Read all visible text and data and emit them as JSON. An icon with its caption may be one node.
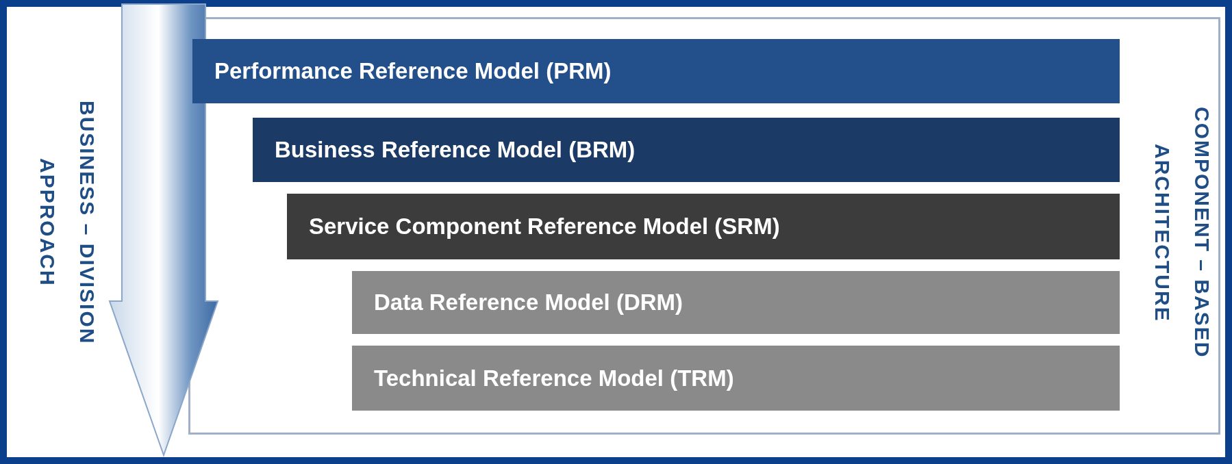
{
  "diagram": {
    "nodes": [
      {
        "text": [
          "Performance Reference Model (PRM)"
        ]
      },
      {
        "text": [
          "Business Reference Model (BRM)"
        ]
      },
      {
        "text": [
          "Service Component Reference Model (SRM)"
        ]
      },
      {
        "text": [
          "Data Reference Model (DRM)"
        ]
      },
      {
        "text": [
          "Technical Reference Model (TRM)"
        ]
      }
    ],
    "edges": [],
    "labels": [
      "BUSINESS – DIVISION APPROACH",
      "COMPONENT – BASED ARCHITECTURE"
    ]
  }
}
